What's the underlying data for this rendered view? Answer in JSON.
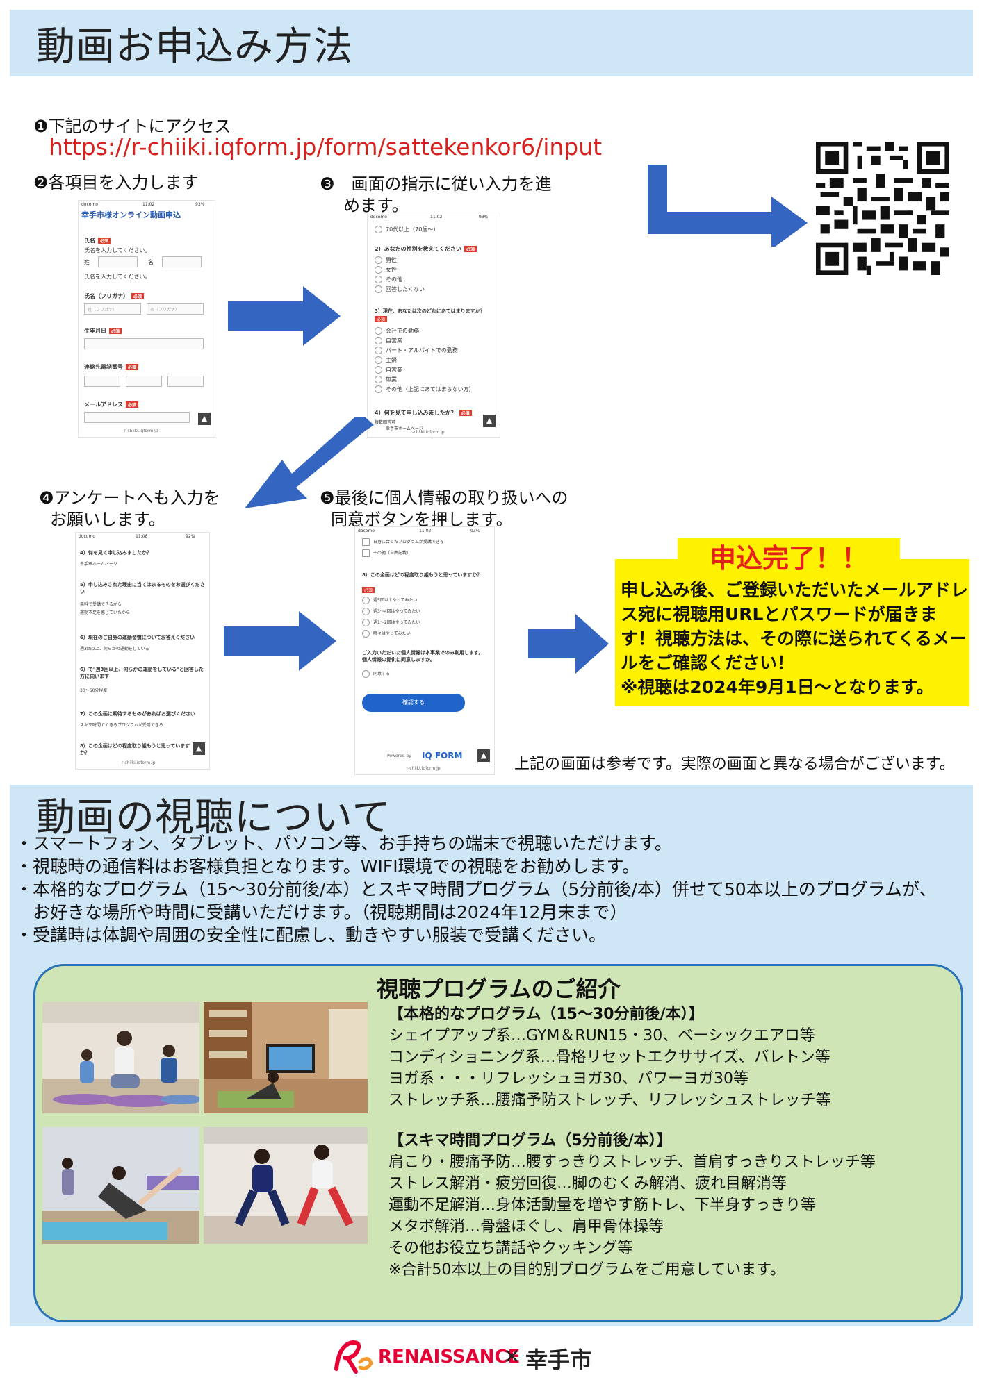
{
  "section1": {
    "title": "動画お申込み方法",
    "step1": "❶下記のサイトにアクセス",
    "url": "https://r-chiiki.iqform.jp/form/sattekenkor6/input",
    "step2": "❷各項目を入力します",
    "step3_line1": "❸　画面の指示に従い入力を進",
    "step3_line2": "めます。",
    "step4_line1": "❹アンケートへも入力を",
    "step4_line2": "お願いします。",
    "step5_line1": "❺最後に個人情報の取り扱いへの",
    "step5_line2": "同意ボタンを押します。",
    "complete_title": "申込完了！！",
    "complete_text": "申し込み後、ご登録いただいたメールアドレス宛に視聴用URLとパスワードが届きます！視聴方法は、その際に送られてくるメールをご確認ください！",
    "complete_note": "※視聴は2024年9月1日～となります。",
    "disclaimer": "上記の画面は参考です。実際の画面と異なる場合がございます。"
  },
  "phone1": {
    "carrier": "docomo",
    "time": "11:02",
    "battery": "93%",
    "header": "幸手市様オンライン動画申込",
    "name_label": "氏名",
    "name_hint": "氏名を入力してください。",
    "sei": "姓",
    "mei": "名",
    "name_hint2": "氏名を入力してください。",
    "kana_label": "氏名（フリガナ）",
    "kana_sei": "姓（フリガナ）",
    "kana_mei": "名（フリガナ）",
    "birth_label": "生年月日",
    "phone_label": "連絡先電話番号",
    "mail_label": "メールアドレス",
    "required": "必須",
    "domain": "r-chiiki.iqform.jp"
  },
  "phone2": {
    "carrier": "docomo",
    "time": "11:02",
    "battery": "93%",
    "age": "70代以上（70歳～）",
    "q2": "2）あなたの性別を教えてください",
    "q2_opts": [
      "男性",
      "女性",
      "その他",
      "回答したくない"
    ],
    "q3": "3）現在、あなたは次のどれにあてはまりますか？",
    "q3_opts": [
      "会社での勤務",
      "自営業",
      "パート・アルバイトでの勤務",
      "主婦",
      "自営業",
      "無業",
      "その他（上記にあてはまらない方）"
    ],
    "q4": "4）何を見て申し込みましたか？",
    "q4_hint": "複数回答可",
    "q4_opt": "幸手市ホームページ",
    "required": "必須",
    "domain": "r-chiiki.iqform.jp"
  },
  "phone3": {
    "carrier": "docomo",
    "time": "11:08",
    "battery": "92%",
    "q4": "4）何を見て申し込みましたか？",
    "q4_ans": "幸手市ホームページ",
    "q5": "5）申し込みされた理由に当てはまるものをお選びください",
    "q5_ans1": "無料で受講できるから",
    "q5_ans2": "運動不足を感じていたから",
    "q6": "6）現在のご自身の運動習慣についてお答えください",
    "q6_ans": "週3回以上、何らかの運動をしている",
    "q6b": "6）で\"週3回以上、何らかの運動をしている\"と回答した方に伺います",
    "q6b_ans": "30～60分程度",
    "q7": "7）この企画に期待するものがあればお選びください",
    "q7_ans": "スキマ時間でできるプログラムが受講できる",
    "q8": "8）この企画はどの程度取り組もうと思っていますか？",
    "domain": "r-chiiki.iqform.jp"
  },
  "phone4": {
    "carrier": "docomo",
    "time": "11:02",
    "battery": "93%",
    "opt_a": "自身に合ったプログラムが受講できる",
    "opt_b": "その他（自由記載）",
    "q8": "8）この企画はどの程度取り組もうと思っていますか？",
    "q8_opts": [
      "週5回以上やってみたい",
      "週3～4回はやってみたい",
      "週1～2回はやってみたい",
      "時々はやってみたい"
    ],
    "consent": "ご入力いただいた個人情報は本事業でのみ利用します。個人情報の提供に同意しますか。",
    "agree": "同意する",
    "confirm": "確認する",
    "powered": "Powered by",
    "brand": "IQ FORM",
    "required": "必須",
    "domain": "r-chiiki.iqform.jp"
  },
  "section2": {
    "title": "動画の視聴について",
    "bullets": [
      "・スマートフォン、タブレット、パソコン等、お手持ちの端末で視聴いただけます。",
      "・視聴時の通信料はお客様負担となります。WIFI環境での視聴をお勧めします。",
      "・本格的なプログラム（15～30分前後/本）とスキマ時間プログラム（5分前後/本）併せて50本以上のプログラムが、",
      "　お好きな場所や時間に受講いただけます。（視聴期間は2024年12月末まで）",
      "・受講時は体調や周囲の安全性に配慮し、動きやすい服装で受講ください。"
    ]
  },
  "programs": {
    "title": "視聴プログラムのご紹介",
    "main_heading": "【本格的なプログラム（15～30分前後/本）】",
    "main_items": [
      "シェイプアップ系…GYM＆RUN15・30、ベーシックエアロ等",
      "コンディショニング系…骨格リセットエクササイズ、バレトン等",
      "ヨガ系・・・リフレッシュヨガ30、パワーヨガ30等",
      "ストレッチ系…腰痛予防ストレッチ、リフレッシュストレッチ等"
    ],
    "short_heading": "【スキマ時間プログラム（5分前後/本）】",
    "short_items": [
      "肩こり・腰痛予防…腰すっきりストレッチ、首肩すっきりストレッチ等",
      "ストレス解消・疲労回復…脚のむくみ解消、疲れ目解消等",
      "運動不足解消…身体活動量を増やす筋トレ、下半身すっきり等",
      "メタボ解消…骨盤ほぐし、肩甲骨体操等",
      "その他お役立ち講話やクッキング等",
      "※合計50本以上の目的別プログラムをご用意しています。"
    ]
  },
  "footer": {
    "brand": "RENAISSANCE",
    "times": "×",
    "city": "幸手市"
  },
  "colors": {
    "band": "#cfe6f6",
    "arrow": "#3465c0",
    "url": "#d7221e",
    "highlight": "#fff200",
    "green_panel": "#cfe5b5",
    "panel_border": "#2a72b8",
    "brand_red": "#e60033"
  }
}
